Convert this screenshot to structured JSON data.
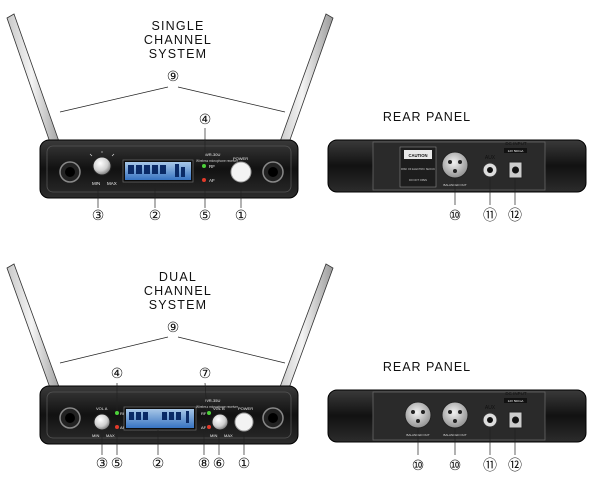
{
  "single": {
    "title_lines": [
      "SINGLE",
      "CHANNEL",
      "SYSTEM"
    ],
    "rear_label": "REAR PANEL",
    "model": "WR-30U",
    "subtitle": "Wireless microphone receiver",
    "power_label": "POWER",
    "rf_label": "RF",
    "af_label": "AF",
    "min_label": "MIN",
    "max_label": "MAX",
    "caution_label": "CAUTION",
    "aux_label": "AUX",
    "dc_label": "DC INPUT",
    "dc_spec": "12V 500mA",
    "bal_label": "BALANCED OUT",
    "warn_text": "RISK OF ELECTRIC SHOCK",
    "warn_text2": "DO NOT OPEN",
    "callouts": {
      "antenna": "⑨",
      "rf": "④",
      "volume": "③",
      "display": "②",
      "af": "⑤",
      "power": "①",
      "xlr": "⑩",
      "aux": "⑪",
      "dc": "⑫"
    }
  },
  "dual": {
    "title_lines": [
      "DUAL",
      "CHANNEL",
      "SYSTEM"
    ],
    "rear_label": "REAR PANEL",
    "model": "WR-35U",
    "subtitle": "Wireless microphone receiver",
    "power_label": "POWER",
    "vol_a": "VOL A",
    "vol_b": "VOL B",
    "rf_label": "RF",
    "af_label": "AF",
    "min_label": "MIN",
    "max_label": "MAX",
    "aux_label": "AUX",
    "dc_label": "DC INPUT",
    "dc_spec": "12V 500mA",
    "bal_label": "BALANCED OUT",
    "callouts": {
      "antenna": "⑨",
      "rf_a": "④",
      "rf_b": "⑦",
      "vol_a": "③",
      "af_a": "⑤",
      "display": "②",
      "af_b": "⑧",
      "vol_b": "⑥",
      "power": "①",
      "xlr_a": "⑩",
      "xlr_b": "⑩",
      "aux": "⑪",
      "dc": "⑫"
    }
  }
}
